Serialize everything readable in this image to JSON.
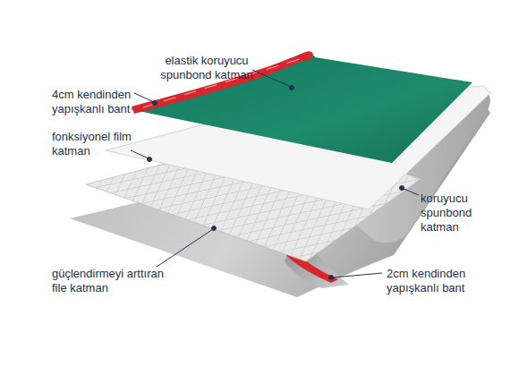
{
  "diagram": {
    "labels": [
      "elastik koruyucu spunbond katman",
      "4cm kendinden yapışkanlı bant",
      "fonksiyonel film katman",
      "koruyucu spunbond katman",
      "güçlendirmeyi arttıran file katman",
      "2cm kendinden yapışkanlı bant"
    ]
  }
}
